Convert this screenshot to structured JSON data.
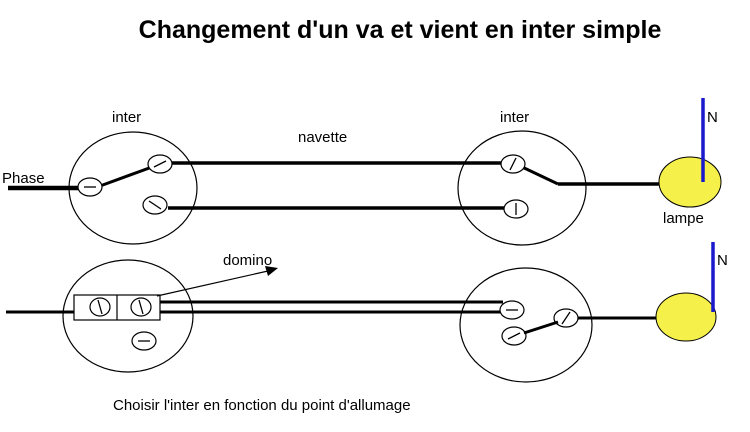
{
  "diagram": {
    "title": "Changement d'un va et vient en inter simple",
    "labels": {
      "inter_left": "inter",
      "inter_right": "inter",
      "navette": "navette",
      "phase": "Phase",
      "lampe": "lampe",
      "neutral_top": "N",
      "neutral_bottom": "N",
      "domino": "domino"
    },
    "caption": "Choisir l'inter en fonction du point d'allumage",
    "colors": {
      "lamp_fill": "#f5f04a",
      "neutral_wire": "#1a1acc",
      "wire": "#000000"
    }
  }
}
